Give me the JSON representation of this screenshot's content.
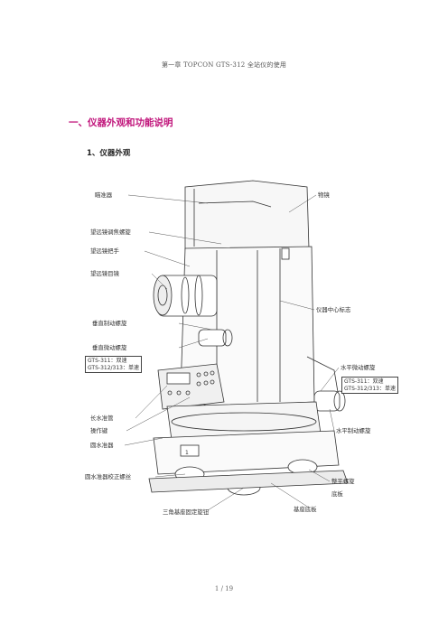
{
  "header": {
    "title": "第一章 TOPCON GTS-312 全站仪的使用"
  },
  "section_heading": "一、仪器外观和功能说明",
  "subsection_heading": "1、仪器外观",
  "figure": {
    "labels_left": [
      "瞄准器",
      "望远镜调焦螺旋",
      "望远镜把手",
      "望远镜目镜",
      "垂直制动螺旋",
      "垂直微动螺旋",
      "长水准管",
      "操作键",
      "圆水准器",
      "圆水准器校正螺丝"
    ],
    "labels_right": [
      "物镜",
      "仪器中心标志",
      "水平微动螺旋",
      "水平制动螺旋",
      "整平螺旋",
      "底板"
    ],
    "labels_bottom": [
      "三角基座固定旋钮",
      "基座底板"
    ],
    "callout_left": {
      "line1": "GTS-311：双速",
      "line2": "GTS-312/313：单速"
    },
    "callout_right": {
      "line1": "GTS-311：双速",
      "line2": "GTS-312/313：单速"
    }
  },
  "footer": {
    "page": "1 / 19"
  }
}
